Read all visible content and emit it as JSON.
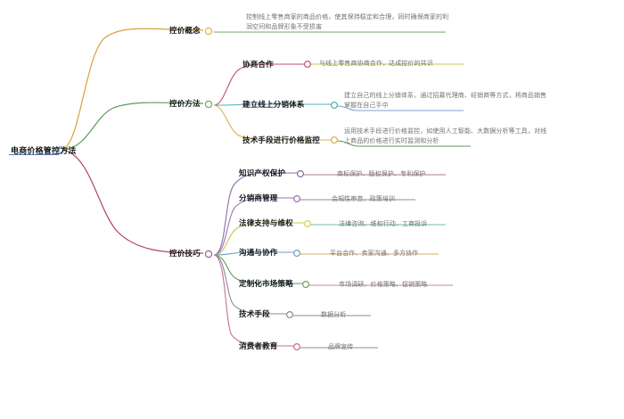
{
  "mindmap": {
    "root": {
      "label": "电商价格管控方法",
      "underline_color": "#5b78b5"
    },
    "branches": [
      {
        "label": "控价概念",
        "color": "#d9a03c",
        "node_color": "#e2b53f",
        "children": [
          {
            "label": "控制线上零售商家的商品价格，使其保持稳定和合理，同时确保商家的利润空间和品牌形象不受损害",
            "color": "#73a96b",
            "type": "leaf"
          }
        ]
      },
      {
        "label": "控价方法",
        "color": "#5b9e5b",
        "node_color": "#6aa86a",
        "children": [
          {
            "label": "协商合作",
            "color": "#c2566e",
            "node_color": "#c2566e",
            "children": [
              {
                "label": "与线上零售商协商合作，达成控价的共识",
                "color": "#cbc455",
                "type": "leaf"
              }
            ]
          },
          {
            "label": "建立线上分销体系",
            "color": "#4bb3b0",
            "node_color": "#4bb3b0",
            "children": [
              {
                "label": "建立自己的线上分销体系，通过招募代理商、经销商等方式，将商品销售掌握在自己手中",
                "color": "#7f9fd1",
                "type": "leaf"
              }
            ]
          },
          {
            "label": "技术手段进行价格监控",
            "color": "#d9b24a",
            "node_color": "#d9b24a",
            "children": [
              {
                "label": "运用技术手段进行价格监控，如使用人工智能、大数据分析等工具，对线上商品的价格进行实时监测和分析",
                "color": "#5b9e5b",
                "type": "leaf"
              }
            ]
          }
        ]
      },
      {
        "label": "控价技巧",
        "color": "#b5455a",
        "node_color": "#9c5fa8",
        "children": [
          {
            "label": "知识产权保护",
            "color": "#8a6aa8",
            "node_color": "#8a6aa8",
            "children": [
              {
                "label": "商标保护、版权保护、专利保护",
                "color": "#b07b8a",
                "type": "leaf"
              }
            ]
          },
          {
            "label": "分销商管理",
            "color": "#9b72b0",
            "node_color": "#9b72b0",
            "children": [
              {
                "label": "合规性审查、政策培训",
                "color": "#8a8d93",
                "type": "leaf"
              }
            ]
          },
          {
            "label": "法律支持与维权",
            "color": "#cbc455",
            "node_color": "#d6cf5c",
            "children": [
              {
                "label": "法律咨询、维权行动、工商投诉",
                "color": "#6fb9ae",
                "type": "leaf"
              }
            ]
          },
          {
            "label": "沟通与协作",
            "color": "#6f9ec4",
            "node_color": "#6f9ec4",
            "children": [
              {
                "label": "平台合作、卖家沟通、多方协作",
                "color": "#d9a96a",
                "type": "leaf"
              }
            ]
          },
          {
            "label": "定制化市场策略",
            "color": "#5b9e5b",
            "node_color": "#6aa86a",
            "children": [
              {
                "label": "市场调研、价格策略、促销策略",
                "color": "#c48a9a",
                "type": "leaf"
              }
            ]
          },
          {
            "label": "技术手段",
            "color": "#8a8d93",
            "node_color": "#8a8d93",
            "children": [
              {
                "label": "数据分析",
                "color": "#8a8d93",
                "type": "leaf"
              }
            ]
          },
          {
            "label": "消费者教育",
            "color": "#c46f96",
            "node_color": "#c46f96",
            "children": [
              {
                "label": "品牌宣传",
                "color": "#8a8d93",
                "type": "leaf"
              }
            ]
          }
        ]
      }
    ]
  }
}
